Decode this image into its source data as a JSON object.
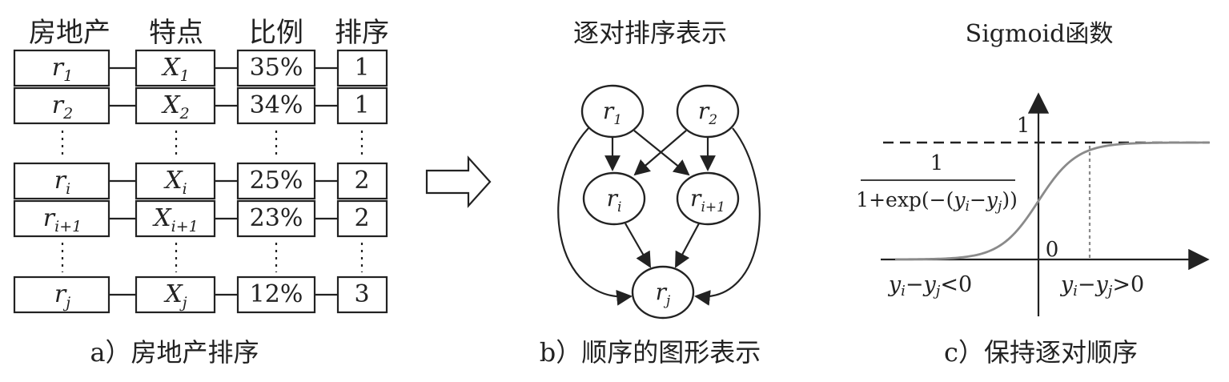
{
  "panel_a": {
    "headers": [
      "房地产",
      "特点",
      "比例",
      "排序"
    ],
    "rows": [
      {
        "r": "r",
        "r_sub": "1",
        "x": "X",
        "x_sub": "1",
        "ratio": "35%",
        "rank": "1"
      },
      {
        "r": "r",
        "r_sub": "2",
        "x": "X",
        "x_sub": "2",
        "ratio": "34%",
        "rank": "1"
      },
      {
        "r": "r",
        "r_sub": "i",
        "x": "X",
        "x_sub": "i",
        "ratio": "25%",
        "rank": "2"
      },
      {
        "r": "r",
        "r_sub": "i+1",
        "x": "X",
        "x_sub": "i+1",
        "ratio": "23%",
        "rank": "2"
      },
      {
        "r": "r",
        "r_sub": "j",
        "x": "X",
        "x_sub": "j",
        "ratio": "12%",
        "rank": "3"
      }
    ],
    "caption": "a）房地产排序"
  },
  "panel_b": {
    "title": "逐对排序表示",
    "nodes": [
      {
        "id": "r1",
        "label": "r",
        "sub": "1"
      },
      {
        "id": "r2",
        "label": "r",
        "sub": "2"
      },
      {
        "id": "ri",
        "label": "r",
        "sub": "i"
      },
      {
        "id": "ri1",
        "label": "r",
        "sub": "i+1"
      },
      {
        "id": "rj",
        "label": "r",
        "sub": "j"
      }
    ],
    "edges": [
      [
        "r1",
        "ri"
      ],
      [
        "r1",
        "ri1"
      ],
      [
        "r2",
        "ri"
      ],
      [
        "r2",
        "ri1"
      ],
      [
        "ri",
        "rj"
      ],
      [
        "ri1",
        "rj"
      ],
      [
        "r1",
        "rj"
      ],
      [
        "r2",
        "rj"
      ]
    ],
    "caption": "b）顺序的图形表示"
  },
  "panel_c": {
    "title": "Sigmoid函数",
    "y_one": "1",
    "origin": "0",
    "formula_num": "1",
    "formula_den": "1+exp(−(y_i−y_j))",
    "left_label": "y_i−y_j<0",
    "right_label": "y_i−y_j>0",
    "curve_color": "#8a8a8a",
    "caption": "c）保持逐对顺序"
  }
}
